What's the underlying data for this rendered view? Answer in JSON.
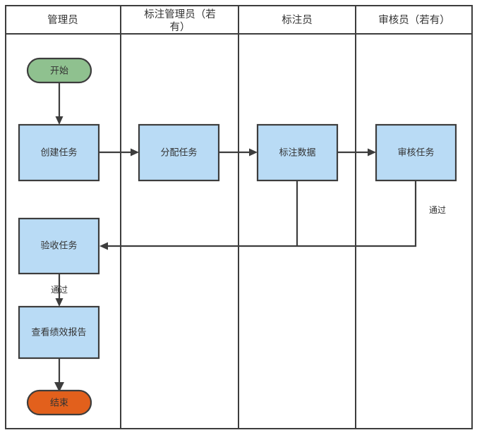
{
  "diagram": {
    "type": "swimlane-flowchart",
    "lanes": [
      {
        "id": "lane-admin",
        "label": "管理员"
      },
      {
        "id": "lane-label-admin",
        "label": "标注管理员（若\n有）",
        "line1": "标注管理员（若",
        "line2": "有）"
      },
      {
        "id": "lane-annotator",
        "label": "标注员"
      },
      {
        "id": "lane-reviewer",
        "label": "审核员（若有）"
      }
    ],
    "nodes": [
      {
        "id": "start",
        "label": "开始",
        "shape": "terminator",
        "lane": "lane-admin",
        "color": "#8fc18f"
      },
      {
        "id": "create-task",
        "label": "创建任务",
        "shape": "process",
        "lane": "lane-admin",
        "color": "#b9dbf5"
      },
      {
        "id": "assign-task",
        "label": "分配任务",
        "shape": "process",
        "lane": "lane-label-admin",
        "color": "#b9dbf5"
      },
      {
        "id": "annotate-data",
        "label": "标注数据",
        "shape": "process",
        "lane": "lane-annotator",
        "color": "#b9dbf5"
      },
      {
        "id": "review-task",
        "label": "审核任务",
        "shape": "process",
        "lane": "lane-reviewer",
        "color": "#b9dbf5"
      },
      {
        "id": "accept-task",
        "label": "验收任务",
        "shape": "process",
        "lane": "lane-admin",
        "color": "#b9dbf5"
      },
      {
        "id": "view-report",
        "label": "查看绩效报告",
        "shape": "process",
        "lane": "lane-admin",
        "color": "#b9dbf5"
      },
      {
        "id": "end",
        "label": "结束",
        "shape": "terminator",
        "lane": "lane-admin",
        "color": "#e2601c"
      }
    ],
    "edges": [
      {
        "id": "e-start-create",
        "from": "start",
        "to": "create-task",
        "label": ""
      },
      {
        "id": "e-create-assign",
        "from": "create-task",
        "to": "assign-task",
        "label": ""
      },
      {
        "id": "e-assign-annotate",
        "from": "assign-task",
        "to": "annotate-data",
        "label": ""
      },
      {
        "id": "e-annotate-review",
        "from": "annotate-data",
        "to": "review-task",
        "label": ""
      },
      {
        "id": "e-annotate-accept",
        "from": "annotate-data",
        "to": "accept-task",
        "label": ""
      },
      {
        "id": "e-review-accept",
        "from": "review-task",
        "to": "accept-task",
        "label": "通过"
      },
      {
        "id": "e-accept-report",
        "from": "accept-task",
        "to": "view-report",
        "label": "通过"
      },
      {
        "id": "e-report-end",
        "from": "view-report",
        "to": "end",
        "label": ""
      }
    ],
    "edge_labels": {
      "review_pass": "通过",
      "accept_pass": "通过"
    },
    "colors": {
      "stroke": "#3d3d3d",
      "process_fill": "#b9dbf5",
      "start_fill": "#8fc18f",
      "end_fill": "#e2601c",
      "text": "#333333",
      "background": "#ffffff"
    }
  }
}
